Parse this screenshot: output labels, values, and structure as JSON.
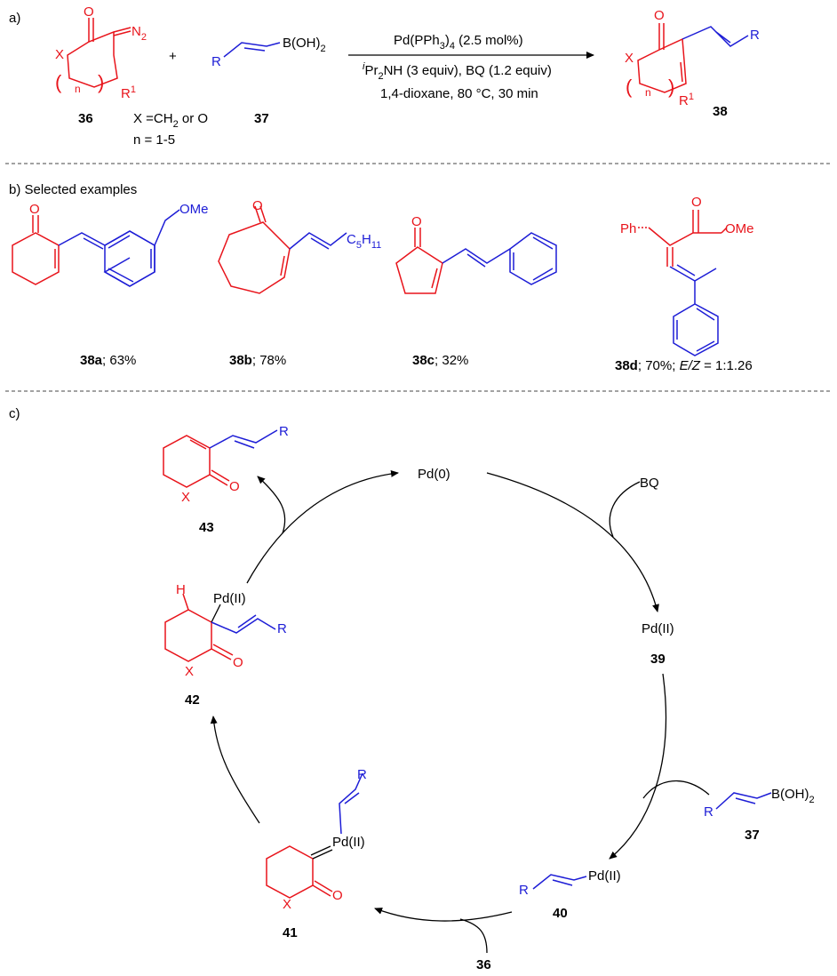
{
  "panels": {
    "a": "a)",
    "b": "b) Selected examples",
    "c": "c)"
  },
  "scheme": {
    "reactant_36": {
      "number": "36",
      "diazo": "N",
      "diazo_sub": "2",
      "ring_x": "X",
      "ring_n": "n",
      "ring_r": "R",
      "ring_r_sup": "1"
    },
    "x_note": {
      "pre": "X =CH",
      "sub": "2",
      "post": " or O"
    },
    "n_note": "n = 1-5",
    "plus": "+",
    "reactant_37": {
      "number": "37",
      "r": "R",
      "boron": "B(OH)",
      "boron_sub": "2"
    },
    "conditions": {
      "catalyst_pre": "Pd(PPh",
      "catalyst_sub": "3",
      "catalyst_post": ")",
      "catalyst_sub2": "4",
      "catalyst_load": " (2.5 mol%)",
      "base_sup": "i",
      "base_pre": "Pr",
      "base_sub": "2",
      "base_post": "NH (3 equiv), BQ (1.2 equiv)",
      "solvent": "1,4-dioxane, 80 °C, 30 min"
    },
    "product_38": {
      "number": "38",
      "ring_x": "X",
      "ring_n": "n",
      "ring_r": "R",
      "ring_r_sup": "1",
      "r": "R"
    }
  },
  "examples": [
    {
      "id": "38a",
      "yield": "; 63%",
      "substituent": "OMe"
    },
    {
      "id": "38b",
      "yield": "; 78%",
      "substituent_pre": "C",
      "sub1": "5",
      "substituent_mid": "H",
      "sub2": "11"
    },
    {
      "id": "38c",
      "yield": "; 32%"
    },
    {
      "id": "38d",
      "yield": "; 70%; ",
      "ratio_label": "E/Z",
      "ratio_value": " = 1:1.26",
      "ph": "Ph",
      "ester": "OMe"
    }
  ],
  "cycle": {
    "pd0": "Pd(0)",
    "bq": "BQ",
    "pd2_39": {
      "label": "Pd(II)",
      "number": "39"
    },
    "boronic_37": {
      "r": "R",
      "boron": "B(OH)",
      "boron_sub": "2",
      "number": "37"
    },
    "vinyl_pd_40": {
      "r": "R",
      "pd": "Pd(II)",
      "number": "40"
    },
    "input_36": "36",
    "carbene_41": {
      "pd": "Pd(II)",
      "r": "R",
      "x": "X",
      "o": "O",
      "number": "41"
    },
    "complex_42": {
      "h": "H",
      "pd": "Pd(II)",
      "r": "R",
      "x": "X",
      "o": "O",
      "number": "42"
    },
    "product_43": {
      "r": "R",
      "x": "X",
      "o": "O",
      "number": "43"
    }
  },
  "colors": {
    "ring": "#e8141b",
    "vinyl": "#1d1dd6",
    "text": "#000000"
  }
}
